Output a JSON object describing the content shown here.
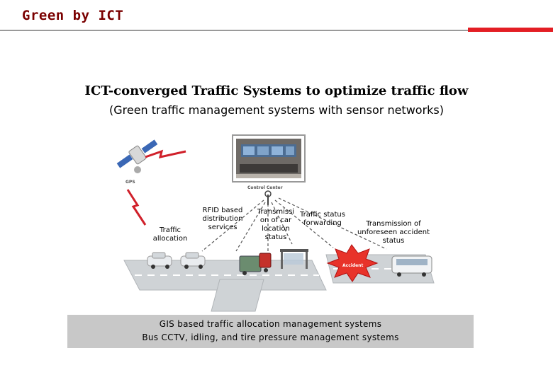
{
  "header": {
    "title": "Green by ICT"
  },
  "heading": "ICT-converged Traffic Systems to optimize traffic flow",
  "subheading": "(Green traffic management systems with sensor networks)",
  "diagram": {
    "gps_label": "GPS",
    "control_center_label": "Control Center",
    "accident_label": "Accident",
    "labels": {
      "traffic_allocation": "Traffic allocation",
      "rfid_services": "RFID based distribution services",
      "transmission_car_location": "Transmissi on of car location status",
      "traffic_status_forwarding": "Traffic status forwarding",
      "transmission_accident": "Transmission of unforeseen accident status"
    }
  },
  "summary": {
    "line1": "GIS based traffic allocation management systems",
    "line2": "Bus CCTV, idling, and tire pressure management systems"
  },
  "colors": {
    "accent_red": "#e31e24",
    "title_red": "#7a0000",
    "box_gray": "#c8c8c8"
  }
}
